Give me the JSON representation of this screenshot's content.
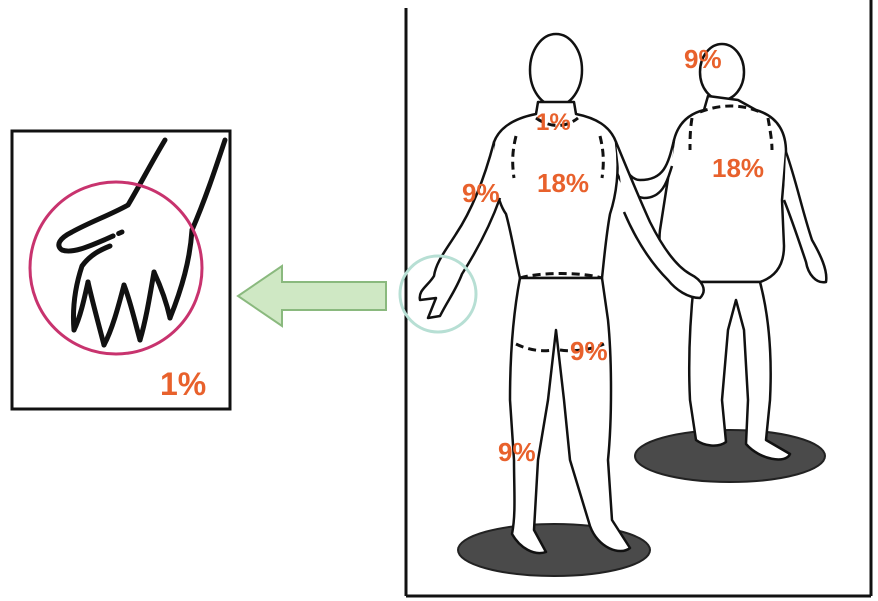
{
  "labels": {
    "hand": "1%",
    "front_head": "1%",
    "front_arm": "9%",
    "front_chest": "18%",
    "front_thigh": "9%",
    "front_lower_leg": "9%",
    "back_head": "9%",
    "back_torso": "18%"
  },
  "colors": {
    "label": "#e8612c",
    "hand_circle": "#c8336e",
    "arrow_fill": "#cfe8c4",
    "arrow_stroke": "#8ab97e",
    "source_circle": "#b7dfd4",
    "base": "#4a4a4a"
  },
  "icons": {
    "callout_arrow": "arrow-left-icon"
  }
}
